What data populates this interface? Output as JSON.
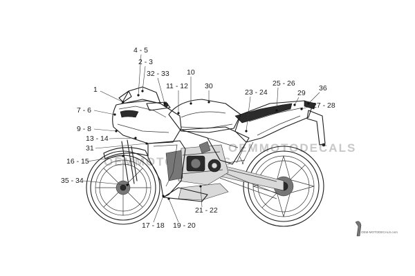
{
  "callouts": [
    {
      "id": "c1",
      "label": "1"
    },
    {
      "id": "c2",
      "label": "4 - 5"
    },
    {
      "id": "c3",
      "label": "2 - 3"
    },
    {
      "id": "c4",
      "label": "32 - 33"
    },
    {
      "id": "c5",
      "label": "10"
    },
    {
      "id": "c6",
      "label": "11 - 12"
    },
    {
      "id": "c7",
      "label": "30"
    },
    {
      "id": "c8",
      "label": "7 - 6"
    },
    {
      "id": "c9",
      "label": "9 - 8"
    },
    {
      "id": "c10",
      "label": "13 - 14"
    },
    {
      "id": "c11",
      "label": "31"
    },
    {
      "id": "c12",
      "label": "16 - 15"
    },
    {
      "id": "c13",
      "label": "35 - 34"
    },
    {
      "id": "c14",
      "label": "17 - 18"
    },
    {
      "id": "c15",
      "label": "19 - 20"
    },
    {
      "id": "c16",
      "label": "21 - 22"
    },
    {
      "id": "c17",
      "label": "23 - 24"
    },
    {
      "id": "c18",
      "label": "25 - 26"
    },
    {
      "id": "c19",
      "label": "29"
    },
    {
      "id": "c20",
      "label": "36"
    },
    {
      "id": "c21",
      "label": "27 - 28"
    }
  ],
  "watermark": {
    "brand": "OEMMOTODECALS",
    "site": "OEM-MOTODECALS.com"
  }
}
